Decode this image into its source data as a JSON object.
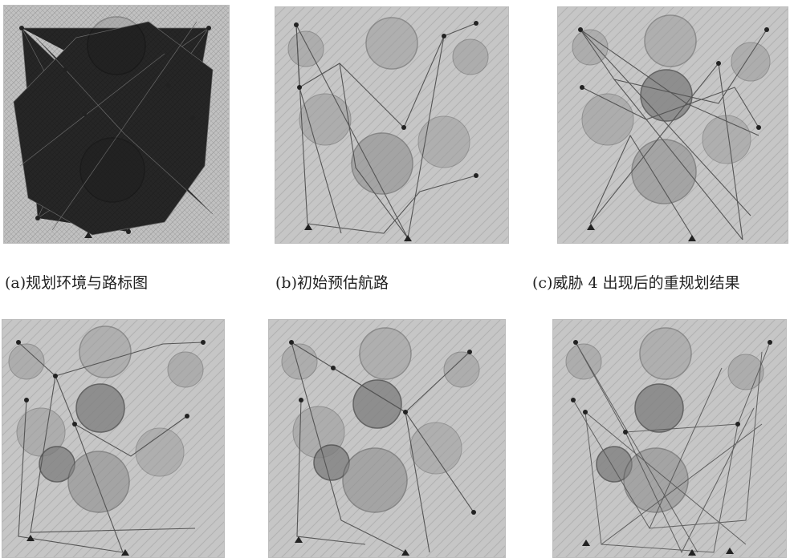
{
  "colors": {
    "background": "#c4c4c4",
    "threat_fill": "#9a9a9a",
    "threat_fill_dark": "#7c7c7c",
    "route_line": "#555555",
    "landmark": "#222222"
  },
  "captions": {
    "a": "(a)规划环境与路标图",
    "b": "(b)初始预估航路",
    "c": "(c)威胁 4 出现后的重规划结果"
  },
  "panels": [
    {
      "id": "a",
      "content": "dense landmark graph over terrain with threat circles"
    },
    {
      "id": "b",
      "content": "initial estimated route among threat circles"
    },
    {
      "id": "c",
      "content": "replanning after threat 4 appears"
    },
    {
      "id": "d",
      "content": "replanning with additional threat"
    },
    {
      "id": "e",
      "content": "route among threats"
    },
    {
      "id": "f",
      "content": "multiple dense replanning routes"
    }
  ]
}
